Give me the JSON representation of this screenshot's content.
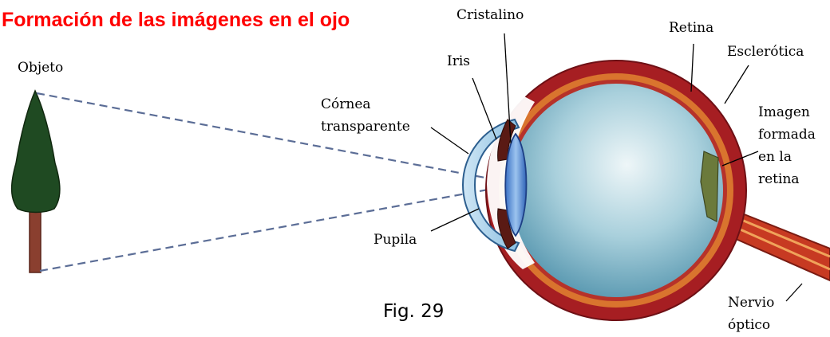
{
  "title": "Formación de las imágenes en el ojo",
  "labels": {
    "objeto": "Objeto",
    "cristalino": "Cristalino",
    "iris": "Iris",
    "retina": "Retina",
    "esclerotica": "Esclerótica",
    "cornea_line1": "Córnea",
    "cornea_line2": "transparente",
    "imagen_line1": "Imagen",
    "imagen_line2": "formada",
    "imagen_line3": "en la",
    "imagen_line4": "retina",
    "pupila": "Pupila",
    "nervio_line1": "Nervio",
    "nervio_line2": "óptico"
  },
  "caption": "Fig. 29",
  "colors": {
    "title": "#ff0000",
    "sclera": "#a61e22",
    "choroid": "#d9742e",
    "vitreous": "#4f94ad",
    "tree_foliage": "#1f4a22",
    "tree_trunk": "#8a3f2f",
    "rays": "#5b6d96"
  }
}
